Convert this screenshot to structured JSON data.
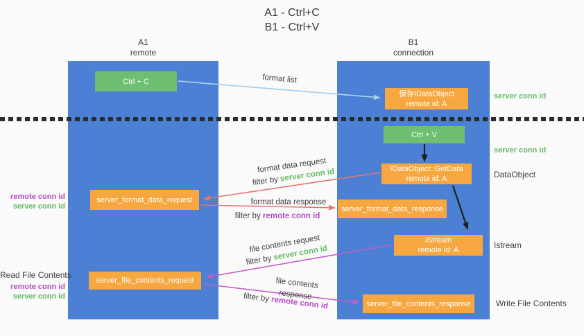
{
  "title": {
    "line1": "A1 - Ctrl+C",
    "line2": "B1 - Ctrl+V"
  },
  "columns": {
    "a1": {
      "name": "A1",
      "subtitle": "remote"
    },
    "b1": {
      "name": "B1",
      "subtitle": "connection"
    }
  },
  "nodes": {
    "ctrl_c": {
      "label": "Ctrl + C"
    },
    "save_dataobject": {
      "line1": "保存IDataObject",
      "line2": "remote id: A"
    },
    "ctrl_v": {
      "label": "Ctrl + V"
    },
    "getdata": {
      "line1": "IDataObject::GetData",
      "line2": "remote id: A"
    },
    "format_request": {
      "label": "server_format_data_request"
    },
    "format_response": {
      "label": "server_format_data_response"
    },
    "istream": {
      "line1": "IStream",
      "line2": "remote id: A"
    },
    "file_request": {
      "label": "server_file_contents_request"
    },
    "file_response": {
      "label": "server_file_contents_response"
    }
  },
  "flow_labels": {
    "format_list": "format list",
    "format_request": {
      "title": "format data request",
      "filter_prefix": "filter by",
      "filter_key": "server conn id"
    },
    "format_response": {
      "title": "format data response",
      "filter_prefix": "filter by",
      "filter_key": "remote conn id"
    },
    "file_request": {
      "title": "file contents request",
      "filter_prefix": "filter by",
      "filter_key": "server conn id"
    },
    "file_response": {
      "title": "file contents response",
      "filter_prefix": "filter by",
      "filter_key": "remote conn id"
    }
  },
  "side_labels": {
    "right_server_conn_top": "server conn id",
    "right_server_conn_mid": "server conn id",
    "right_dataobject": "DataObject",
    "right_istream": "Istream",
    "right_write_file": "Write File Contents",
    "left_remote_conn_top": "remote conn id",
    "left_server_conn_top": "server conn id",
    "left_read_file": "Read File Contents",
    "left_remote_conn_bottom": "remote conn id",
    "left_server_conn_bottom": "server conn id"
  },
  "colors": {
    "column_blue": "#4b80d5",
    "node_green": "#6fbf72",
    "node_orange": "#f7a740",
    "label_green": "#5fbd61",
    "label_purple": "#b44ec6",
    "arrow_red": "#e8756b",
    "arrow_magenta": "#c45ec2",
    "arrow_lightblue": "#a8cfee",
    "arrow_black": "#1f1f1f",
    "background": "#fafafa"
  }
}
